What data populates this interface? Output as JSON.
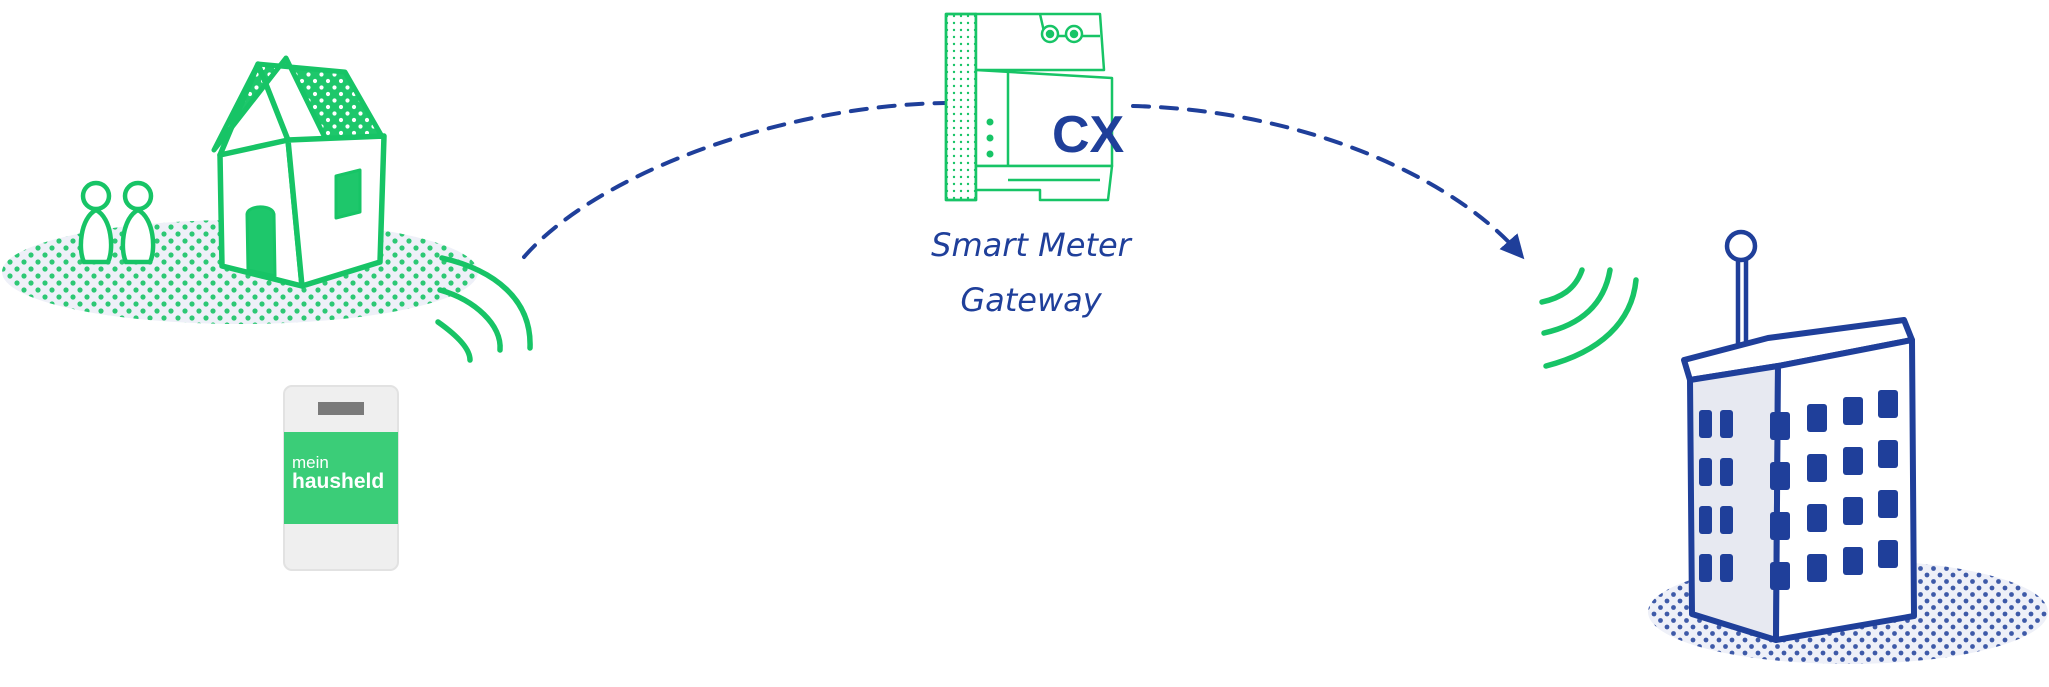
{
  "gateway": {
    "label_line1": "Smart Meter",
    "label_line2": "Gateway",
    "device_badge": "CX"
  },
  "card": {
    "line1": "mein",
    "line2": "hausheld"
  },
  "colors": {
    "green": "#17c466",
    "green_fill": "#1ec76b",
    "blue": "#1f3f9a",
    "card_green": "#3bcd78",
    "card_gray": "#efefef",
    "slot_gray": "#7a7a7a"
  },
  "icons": [
    "house-icon",
    "people-icon",
    "wireless-signal-icon",
    "smart-meter-gateway-icon",
    "utility-building-icon",
    "antenna-icon",
    "household-card-icon"
  ]
}
